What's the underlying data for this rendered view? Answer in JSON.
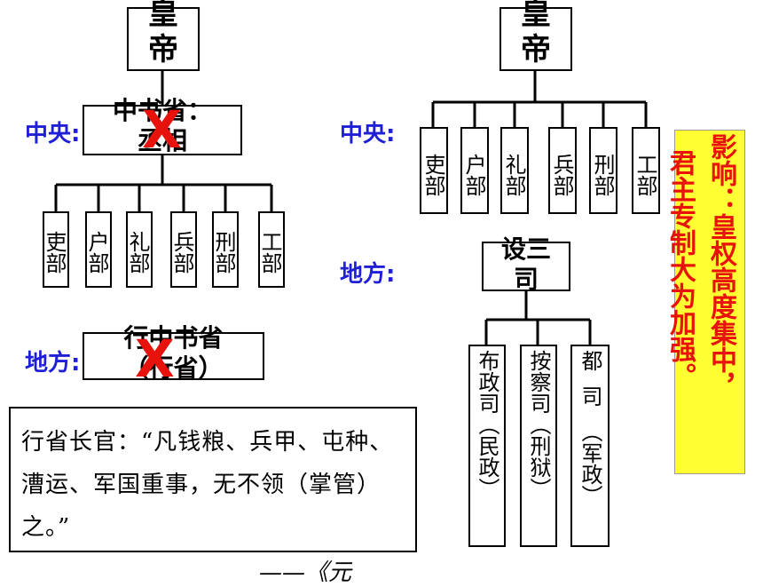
{
  "left": {
    "emperor": "皇帝",
    "central_label": "中央:",
    "central_org": "中书省：丞相",
    "ministries": [
      "吏部",
      "户部",
      "礼部",
      "兵部",
      "刑部",
      "工部"
    ],
    "local_label": "地方:",
    "local_org": "行中书省（行省）",
    "cross_mark": "X"
  },
  "right": {
    "emperor": "皇帝",
    "central_label": "中央:",
    "ministries": [
      "吏部",
      "户部",
      "礼部",
      "兵部",
      "刑部",
      "工部"
    ],
    "local_label": "地方:",
    "local_org": "设三司",
    "three_offices": [
      {
        "name": "布政司",
        "duty": "（民政）"
      },
      {
        "name": "按察司",
        "duty": "（刑狱）"
      },
      {
        "name": "都司",
        "duty": "（军政）"
      }
    ]
  },
  "impact": {
    "col1": "影响：皇权高度集中，",
    "col2": "君主专制大为加强。"
  },
  "quote": {
    "text": "行省长官：“凡钱粮、兵甲、屯种、漕运、军国重事，无不领（掌管）之。”",
    "source": "——《元"
  },
  "colors": {
    "label_blue": "#1f1fd8",
    "cross_red": "#e8120c",
    "impact_bg": "#ffff33",
    "impact_text": "#e8120c"
  }
}
